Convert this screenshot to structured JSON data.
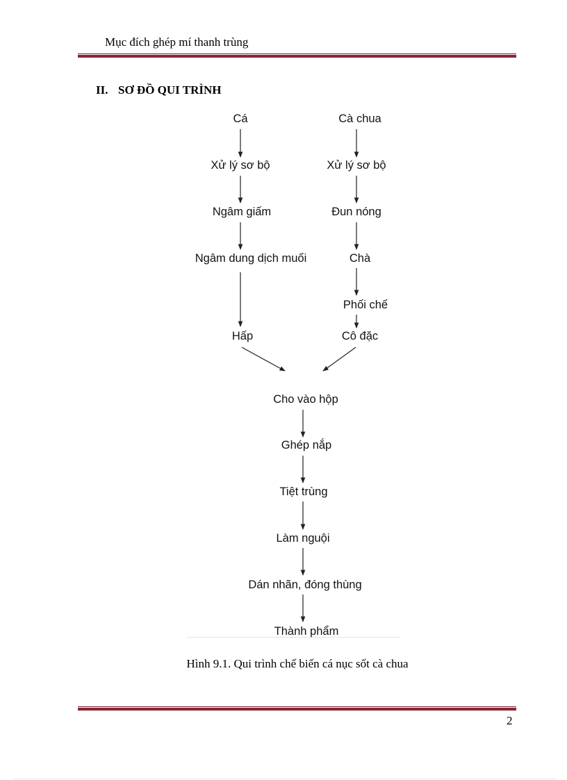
{
  "header": {
    "title": "Mục đích ghép mí thanh trùng"
  },
  "section": {
    "number": "II.",
    "title": "SƠ ĐỒ QUI TRÌNH"
  },
  "flowchart": {
    "fish_branch": [
      "Cá",
      "Xử lý sơ bộ",
      "Ngâm giấm",
      "Ngâm dung dịch muối",
      "Hấp"
    ],
    "tomato_branch": [
      "Cà chua",
      "Xử lý sơ bộ",
      "Đun nóng",
      "Chà",
      "Phối chế",
      "Cô đặc"
    ],
    "main_flow": [
      "Cho vào hộp",
      "Ghép nắp",
      "Tiệt trùng",
      "Làm nguội",
      "Dán nhãn, đóng thùng",
      "Thành phẩm"
    ]
  },
  "caption": "Hình 9.1. Qui trình chế biến cá nục sốt cà chua",
  "footer": {
    "page_number": "2"
  },
  "colors": {
    "rule": "#8a2433"
  }
}
